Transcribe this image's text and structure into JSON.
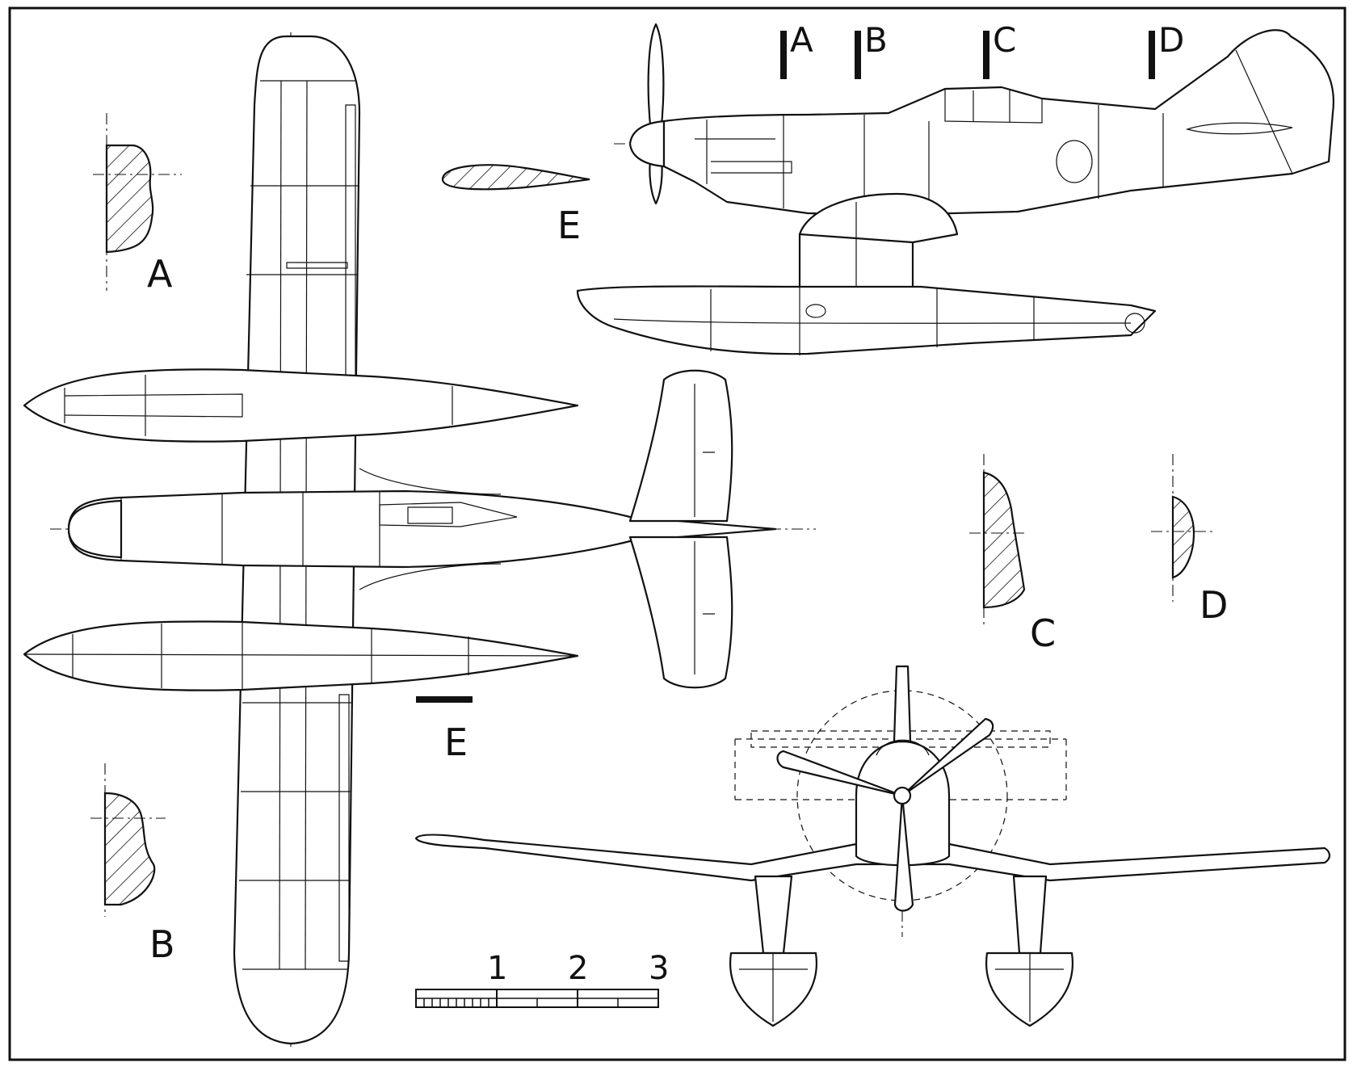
{
  "sections": {
    "a": "A",
    "b": "B",
    "c": "C",
    "d": "D",
    "e": "E"
  },
  "profile_markers": [
    "A",
    "B",
    "C",
    "D"
  ],
  "scale_bar": {
    "ticks": [
      "1",
      "2",
      "3"
    ]
  }
}
